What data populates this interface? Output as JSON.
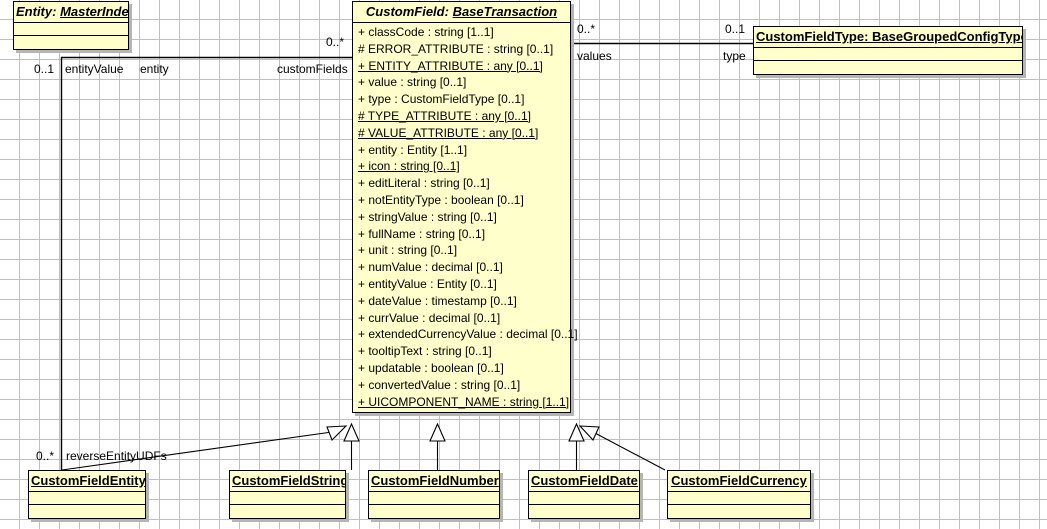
{
  "diagram": {
    "kind": "uml-class-diagram",
    "background": "#ffffff",
    "grid_color": "#bfbfbf",
    "class_fill": "#ffffcc",
    "class_border": "#000000",
    "shadow_color": "#b5b5b5"
  },
  "classes": {
    "entity_master_index": {
      "title_prefix": "Entity: ",
      "title_name": "MasterIndex",
      "title_full": "Entity: MasterIndex"
    },
    "custom_field": {
      "title_prefix": "CustomField: ",
      "title_name": "BaseTransaction",
      "title_full": "CustomField: BaseTransaction",
      "attributes": [
        {
          "text": "+ classCode : string [1..1]",
          "static": false
        },
        {
          "text": "# ERROR_ATTRIBUTE : string [0..1]",
          "static": false
        },
        {
          "text": "+ ENTITY_ATTRIBUTE : any [0..1]",
          "static": true
        },
        {
          "text": "+ value : string [0..1]",
          "static": false
        },
        {
          "text": "+ type : CustomFieldType [0..1]",
          "static": false
        },
        {
          "text": "# TYPE_ATTRIBUTE : any [0..1]",
          "static": true
        },
        {
          "text": "# VALUE_ATTRIBUTE : any [0..1]",
          "static": true
        },
        {
          "text": "+ entity : Entity [1..1]",
          "static": false
        },
        {
          "text": "+ icon : string [0..1]",
          "static": true
        },
        {
          "text": "+ editLiteral : string [0..1]",
          "static": false
        },
        {
          "text": "+ notEntityType : boolean [0..1]",
          "static": false
        },
        {
          "text": "+ stringValue : string [0..1]",
          "static": false
        },
        {
          "text": "+ fullName : string [0..1]",
          "static": false
        },
        {
          "text": "+ unit : string [0..1]",
          "static": false
        },
        {
          "text": "+ numValue : decimal [0..1]",
          "static": false
        },
        {
          "text": "+ entityValue : Entity [0..1]",
          "static": false
        },
        {
          "text": "+ dateValue : timestamp [0..1]",
          "static": false
        },
        {
          "text": "+ currValue : decimal [0..1]",
          "static": false
        },
        {
          "text": "+ extendedCurrencyValue : decimal [0..1]",
          "static": false
        },
        {
          "text": "+ tooltipText : string [0..1]",
          "static": false
        },
        {
          "text": "+ updatable : boolean [0..1]",
          "static": false
        },
        {
          "text": "+ convertedValue : string [0..1]",
          "static": false
        },
        {
          "text": "+ UICOMPONENT_NAME : string [1..1]",
          "static": true
        }
      ]
    },
    "custom_field_type": {
      "title_prefix": "CustomFieldType: ",
      "title_name": "BaseGroupedConfigType",
      "title_full": "CustomFieldType: BaseGroupedConfigType"
    },
    "custom_field_entity": {
      "title_full": "CustomFieldEntity"
    },
    "custom_field_string": {
      "title_full": "CustomFieldString"
    },
    "custom_field_number": {
      "title_full": "CustomFieldNumber"
    },
    "custom_field_date": {
      "title_full": "CustomFieldDate"
    },
    "custom_field_currency": {
      "title_full": "CustomFieldCurrency"
    }
  },
  "associations": {
    "entity_to_customfield": {
      "source_multiplicity": "0..1",
      "source_role": "entityValue",
      "target_role": "entity",
      "far_multiplicity": "0..*",
      "far_role": "customFields"
    },
    "customfield_to_type": {
      "source_multiplicity": "0..*",
      "source_role": "values",
      "target_multiplicity": "0..1",
      "target_role": "type"
    },
    "entity_reverse_udfs": {
      "multiplicity": "0..*",
      "role": "reverseEntityUDFs"
    }
  }
}
